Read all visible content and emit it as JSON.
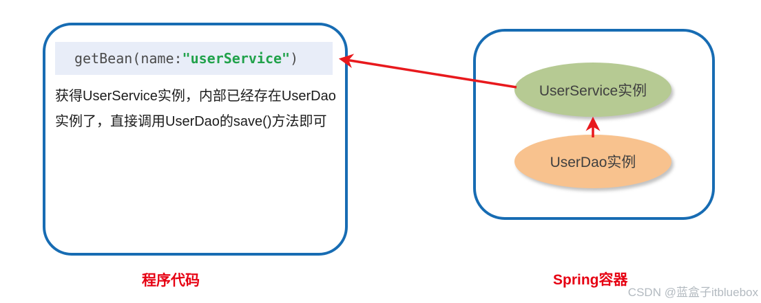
{
  "left_panel": {
    "code_snippet": {
      "prefix": "getBean(name:",
      "string_literal": "\"userService\"",
      "suffix": ")"
    },
    "description_lines": [
      "获得UserService实例，内部已经存在UserDao",
      "实例了，直接调用UserDao的save()方法即可"
    ],
    "caption": "程序代码"
  },
  "right_panel": {
    "caption": "Spring容器",
    "beans": [
      {
        "label": "UserService实例",
        "fill": "#b6ca93"
      },
      {
        "label": "UserDao实例",
        "fill": "#f8c28e"
      }
    ]
  },
  "watermark": "CSDN @蓝盒子itbluebox",
  "colors": {
    "box_border": "#176cb3",
    "code_background": "#e8edf8",
    "code_text": "#4a4a4a",
    "code_string_green": "#21a24b",
    "arrow_red": "#e8191d",
    "caption_red": "#e60012",
    "watermark_gray": "#b3bac0"
  }
}
